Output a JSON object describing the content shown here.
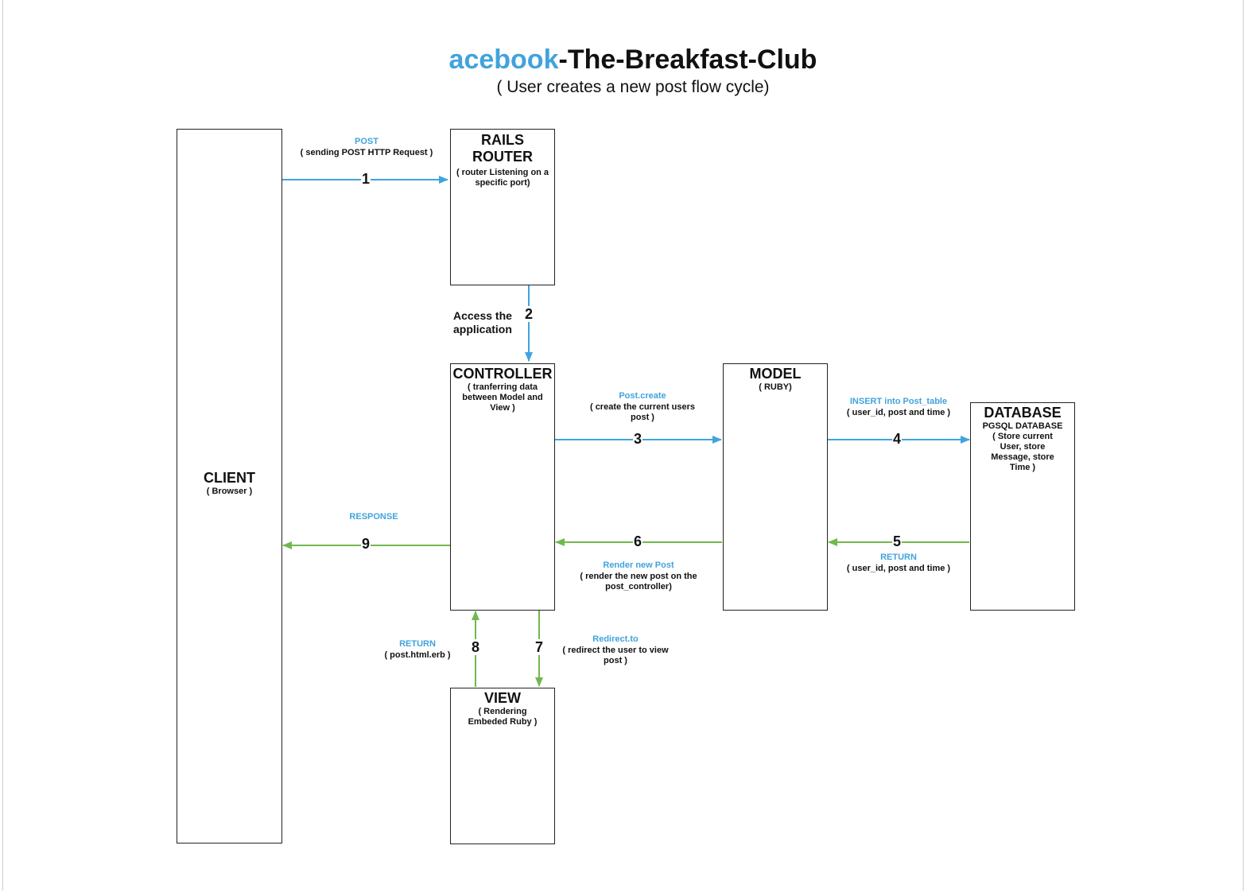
{
  "title": {
    "brand": "acebook",
    "rest": "-The-Breakfast-Club"
  },
  "subtitle": "( User creates a new post flow cycle)",
  "colors": {
    "blue": "#41a3dc",
    "green": "#72b84e",
    "border": "#222222"
  },
  "boxes": {
    "client": {
      "title": "CLIENT",
      "sub": "( Browser )"
    },
    "router": {
      "title": "RAILS ROUTER",
      "sub": "( router Listening on a specific port)"
    },
    "controller": {
      "title": "CONTROLLER",
      "sub": "( tranferring data between Model and View )"
    },
    "model": {
      "title": "MODEL",
      "sub": "( RUBY)"
    },
    "database": {
      "title": "DATABASE",
      "sub1": "PGSQL DATABASE",
      "sub2": "( Store current User, store Message, store Time )"
    },
    "view": {
      "title": "VIEW",
      "sub": "( Rendering Embeded Ruby )"
    }
  },
  "steps": [
    {
      "num": "1",
      "label": "POST",
      "desc": "( sending POST HTTP Request )"
    },
    {
      "num": "2",
      "label": "Access the application"
    },
    {
      "num": "3",
      "label": "Post.create",
      "desc": "( create the current users post )"
    },
    {
      "num": "4",
      "label": "INSERT into Post_table",
      "desc": "( user_id,  post and time )"
    },
    {
      "num": "5",
      "label": "RETURN",
      "desc": "( user_id,  post and time )"
    },
    {
      "num": "6",
      "label": "Render new Post",
      "desc": "( render the new post on the post_controller)"
    },
    {
      "num": "7",
      "label": "Redirect.to",
      "desc": "( redirect the user to view post )"
    },
    {
      "num": "8",
      "label": "RETURN",
      "desc": "( post.html.erb )"
    },
    {
      "num": "9",
      "label": "RESPONSE"
    }
  ]
}
